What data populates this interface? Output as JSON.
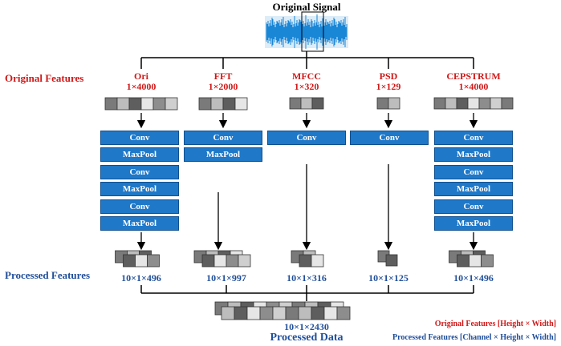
{
  "title": "Original Signal",
  "labels": {
    "original_features": "Original Features",
    "processed_features": "Processed Features",
    "processed_data": "Processed Data"
  },
  "branches": [
    {
      "name": "Ori",
      "in_dim": "1×4000",
      "layers": [
        "Conv",
        "MaxPool",
        "Conv",
        "MaxPool",
        "Conv",
        "MaxPool"
      ],
      "out_dim": "10×1×496"
    },
    {
      "name": "FFT",
      "in_dim": "1×2000",
      "layers": [
        "Conv",
        "MaxPool"
      ],
      "out_dim": "10×1×997"
    },
    {
      "name": "MFCC",
      "in_dim": "1×320",
      "layers": [
        "Conv"
      ],
      "out_dim": "10×1×316"
    },
    {
      "name": "PSD",
      "in_dim": "1×129",
      "layers": [
        "Conv"
      ],
      "out_dim": "10×1×125"
    },
    {
      "name": "CEPSTRUM",
      "in_dim": "1×4000",
      "layers": [
        "Conv",
        "MaxPool",
        "Conv",
        "MaxPool",
        "Conv",
        "MaxPool"
      ],
      "out_dim": "10×1×496"
    }
  ],
  "combined": {
    "dim": "10×1×2430"
  },
  "legend": {
    "original": "Original Features [Height × Width]",
    "processed": "Processed Features [Channel × Height × Width]"
  },
  "colors": {
    "red": "#d01818",
    "blue": "#1f4e9a",
    "block": "#1f78c8"
  }
}
